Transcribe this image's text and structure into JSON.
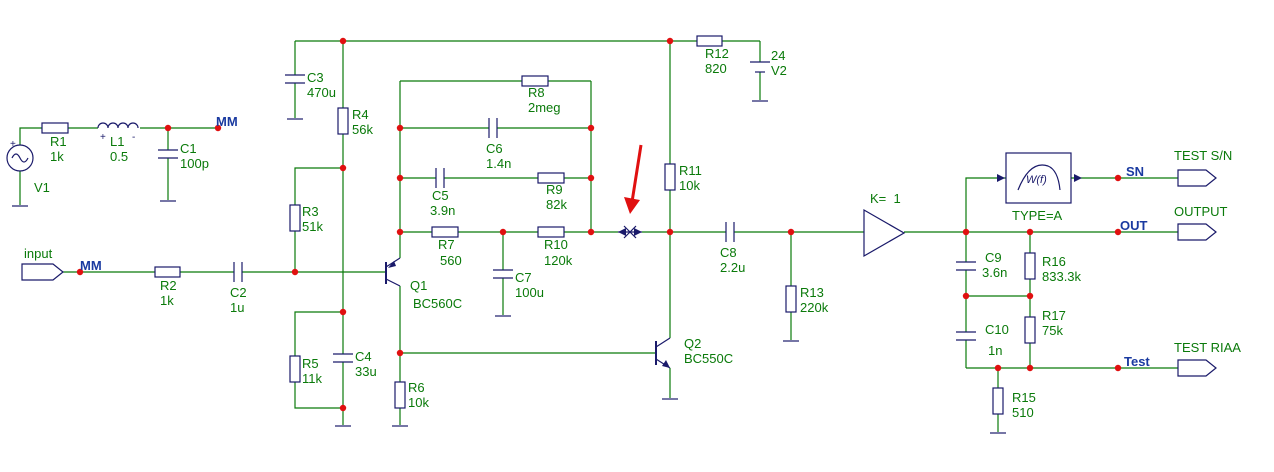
{
  "nets": {
    "mm_top": "MM",
    "mm_in": "MM",
    "sn": "SN",
    "out": "OUT",
    "test": "Test"
  },
  "ports": {
    "input": "input",
    "test_sn": "TEST S/N",
    "output": "OUTPUT",
    "test_riaa": "TEST RIAA"
  },
  "components": {
    "R1": {
      "ref": "R1",
      "val": "1k"
    },
    "L1": {
      "ref": "L1",
      "val": "0.5"
    },
    "C1": {
      "ref": "C1",
      "val": "100p"
    },
    "V1": {
      "ref": "V1"
    },
    "R2": {
      "ref": "R2",
      "val": "1k"
    },
    "C2": {
      "ref": "C2",
      "val": "1u"
    },
    "C3": {
      "ref": "C3",
      "val": "470u"
    },
    "R4": {
      "ref": "R4",
      "val": "56k"
    },
    "R3": {
      "ref": "R3",
      "val": "51k"
    },
    "R5": {
      "ref": "R5",
      "val": "11k"
    },
    "C4": {
      "ref": "C4",
      "val": "33u"
    },
    "Q1": {
      "ref": "Q1",
      "val": "BC560C"
    },
    "R6": {
      "ref": "R6",
      "val": "10k"
    },
    "R8": {
      "ref": "R8",
      "val": "2meg"
    },
    "C6": {
      "ref": "C6",
      "val": "1.4n"
    },
    "C5": {
      "ref": "C5",
      "val": "3.9n"
    },
    "R9": {
      "ref": "R9",
      "val": "82k"
    },
    "R7": {
      "ref": "R7",
      "val": "560"
    },
    "R10": {
      "ref": "R10",
      "val": "120k"
    },
    "C7": {
      "ref": "C7",
      "val": "100u"
    },
    "R12": {
      "ref": "R12",
      "val": "820"
    },
    "V2": {
      "ref": "V2",
      "val": "24"
    },
    "R11": {
      "ref": "R11",
      "val": "10k"
    },
    "Q2": {
      "ref": "Q2",
      "val": "BC550C"
    },
    "C8": {
      "ref": "C8",
      "val": "2.2u"
    },
    "R13": {
      "ref": "R13",
      "val": "220k"
    },
    "AMP": {
      "val": "K=  1"
    },
    "WF": {
      "val": "W(f)",
      "type": "TYPE=A"
    },
    "C9": {
      "ref": "C9",
      "val": "3.6n"
    },
    "R16": {
      "ref": "R16",
      "val": "833.3k"
    },
    "C10": {
      "ref": "C10",
      "val": "1n"
    },
    "R17": {
      "ref": "R17",
      "val": "75k"
    },
    "R15": {
      "ref": "R15",
      "val": "510"
    }
  },
  "colors": {
    "wire": "#0a7a0a",
    "part": "#1a1a6a",
    "junction": "#e01010",
    "net": "#1a3aa0",
    "arrow": "#e01010"
  }
}
